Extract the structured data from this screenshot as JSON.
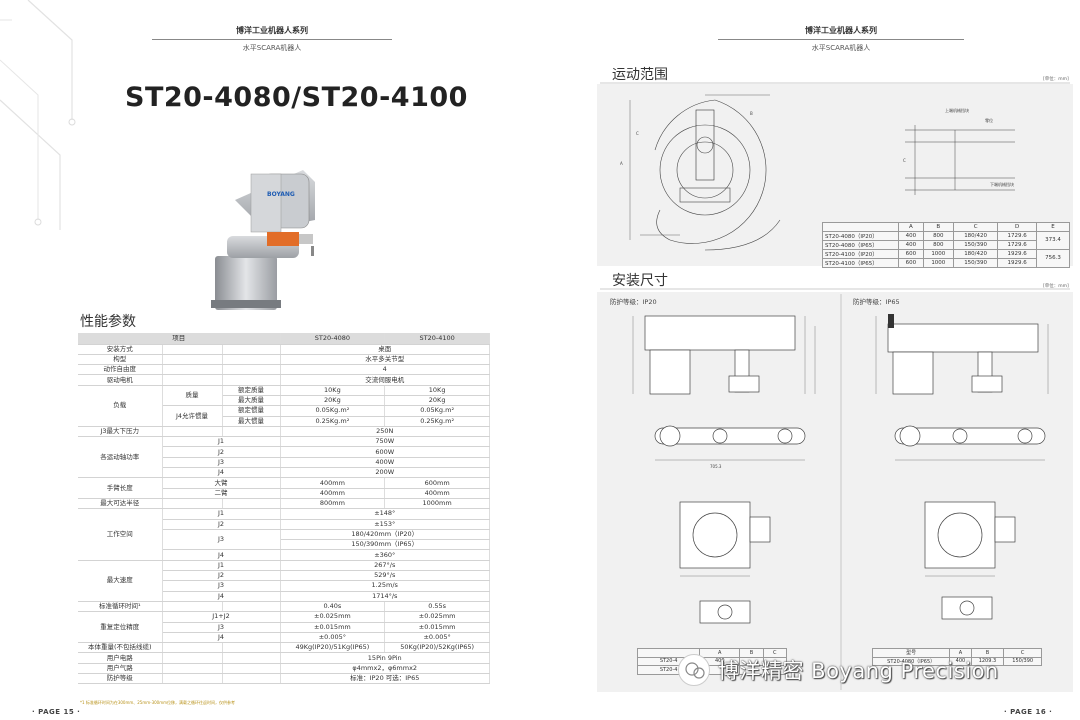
{
  "left_page": {
    "header": {
      "title": "博洋工业机器人系列",
      "subtitle": "水平SCARA机器人"
    },
    "model_title": "ST20-4080/ST20-4100",
    "robot_logo": "BOYANG",
    "section_title": "性能参数",
    "spec_table": {
      "header": {
        "item": "项目",
        "col1": "ST20-4080",
        "col2": "ST20-4100"
      },
      "rows": {
        "mount": {
          "label": "安装方式",
          "value": "桌面"
        },
        "structure": {
          "label": "构型",
          "value": "水平多关节型"
        },
        "dof": {
          "label": "动作自由度",
          "value": "4"
        },
        "motor": {
          "label": "驱动电机",
          "value": "交流伺服电机"
        },
        "load": {
          "label": "负载",
          "mass": "质量",
          "inertia": "J4允许惯量",
          "rated_mass": {
            "label": "额定质量",
            "v1": "10Kg",
            "v2": "10Kg"
          },
          "max_mass": {
            "label": "最大质量",
            "v1": "20Kg",
            "v2": "20Kg"
          },
          "rated_inertia": {
            "label": "额定惯量",
            "v1": "0.05Kg.m²",
            "v2": "0.05Kg.m²"
          },
          "max_inertia": {
            "label": "最大惯量",
            "v1": "0.25Kg.m²",
            "v2": "0.25Kg.m²"
          }
        },
        "j3_force": {
          "label": "J3最大下压力",
          "value": "250N"
        },
        "power": {
          "label": "各运动轴功率",
          "j1": {
            "axis": "J1",
            "value": "750W"
          },
          "j2": {
            "axis": "J2",
            "value": "600W"
          },
          "j3": {
            "axis": "J3",
            "value": "400W"
          },
          "j4": {
            "axis": "J4",
            "value": "200W"
          }
        },
        "arm_length": {
          "label": "手臂长度",
          "upper": {
            "name": "大臂",
            "v1": "400mm",
            "v2": "600mm"
          },
          "lower": {
            "name": "二臂",
            "v1": "400mm",
            "v2": "400mm"
          }
        },
        "reach": {
          "label": "最大可达半径",
          "v1": "800mm",
          "v2": "1000mm"
        },
        "workspace": {
          "label": "工作空间",
          "j1": {
            "axis": "J1",
            "value": "±148°"
          },
          "j2": {
            "axis": "J2",
            "value": "±153°"
          },
          "j3": {
            "axis": "J3",
            "value_a": "180/420mm（IP20）",
            "value_b": "150/390mm（IP65）"
          },
          "j4": {
            "axis": "J4",
            "value": "±360°"
          }
        },
        "speed": {
          "label": "最大速度",
          "j1": {
            "axis": "J1",
            "value": "267°/s"
          },
          "j2": {
            "axis": "J2",
            "value": "529°/s"
          },
          "j3": {
            "axis": "J3",
            "value": "1.25m/s"
          },
          "j4": {
            "axis": "J4",
            "value": "1714°/s"
          }
        },
        "cycle": {
          "label": "标准循环时间¹",
          "v1": "0.40s",
          "v2": "0.55s"
        },
        "repeat": {
          "label": "重复定位精度",
          "j12": {
            "axis": "J1+J2",
            "v1": "±0.025mm",
            "v2": "±0.025mm"
          },
          "j3": {
            "axis": "J3",
            "v1": "±0.015mm",
            "v2": "±0.015mm"
          },
          "j4": {
            "axis": "J4",
            "v1": "±0.005°",
            "v2": "±0.005°"
          }
        },
        "weight": {
          "label": "本体重量(不包括线缆)",
          "v1": "49Kg(IP20)/51Kg(IP65)",
          "v2": "50Kg(IP20)/52Kg(IP65)"
        },
        "wiring": {
          "label": "用户电路",
          "value": "15Pin  9Pin"
        },
        "air": {
          "label": "用户气路",
          "value": "φ4mmx2，φ6mmx2"
        },
        "ip": {
          "label": "防护等级",
          "value": "标准：IP20    可选：IP65"
        }
      }
    },
    "footnote": "*1 标准循环时间为在300mm、25mm-300mm位移，满载之循环往返时间，仅供参考",
    "folio": "· PAGE  15 ·"
  },
  "right_page": {
    "header": {
      "title": "博洋工业机器人系列",
      "subtitle": "水平SCARA机器人"
    },
    "motion_title": "运动范围",
    "install_title": "安装尺寸",
    "unit": "[单位：mm]",
    "range_table": {
      "headers": [
        "",
        "A",
        "B",
        "C",
        "D",
        "E"
      ],
      "rows": [
        [
          "ST20-4080（IP20）",
          "400",
          "800",
          "180/420",
          "1729.6",
          "373.4"
        ],
        [
          "ST20-4080（IP65）",
          "400",
          "800",
          "150/390",
          "1729.6",
          ""
        ],
        [
          "ST20-4100（IP20）",
          "600",
          "1000",
          "180/420",
          "1929.6",
          "756.3"
        ],
        [
          "ST20-4100（IP65）",
          "600",
          "1000",
          "150/390",
          "1929.6",
          ""
        ]
      ]
    },
    "ip20_label": "防护等级：IP20",
    "ip65_label": "防护等级：IP65",
    "mini_left": {
      "headers": [
        "",
        "A",
        "B",
        "C"
      ],
      "rows": [
        [
          "ST20-4",
          "400",
          "",
          ""
        ],
        [
          "ST20-4",
          "",
          "",
          ""
        ]
      ]
    },
    "mini_right": {
      "headers": [
        "型号",
        "A",
        "B",
        "C"
      ],
      "rows": [
        [
          "ST20-4080（IP65）",
          "400",
          "1209.3",
          "150/390"
        ]
      ]
    },
    "watermark": "博洋精密 Boyang Precision",
    "folio": "· PAGE  16 ·"
  }
}
